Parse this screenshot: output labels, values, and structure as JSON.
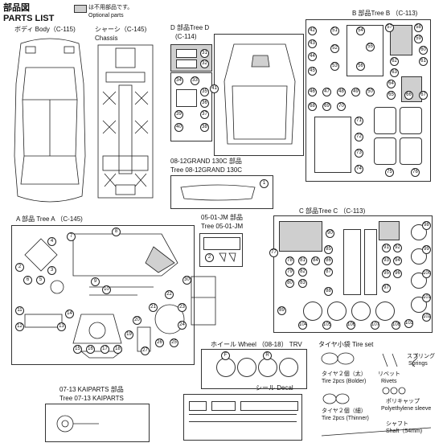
{
  "header": {
    "title_jp": "部品図",
    "title_en": "PARTS LIST",
    "legend_text": "は不用部品です。",
    "legend_sub": "Optional parts"
  },
  "body": {
    "label": "ボディ Body（C-115)"
  },
  "chassis": {
    "label_jp": "シャーシ（C-145)",
    "label_en": "Chassis"
  },
  "tree_d": {
    "label_jp": "D 部品Tree D",
    "label_code": "(C-114)"
  },
  "tree_b": {
    "label": "B 部品Tree B （C-113)"
  },
  "grand": {
    "label_jp": "08-12GRAND 130C 部品",
    "label_en": "Tree 08-12GRAND 130C"
  },
  "tree_a": {
    "label": "A 部品 Tree A （C-145)"
  },
  "jm": {
    "label_jp": "05-01-JM 部品",
    "label_en": "Tree 05-01-JM"
  },
  "tree_c": {
    "label": "C 部品Tree C （C-113)"
  },
  "wheel": {
    "label": "ホイール Wheel （08-18） TRV"
  },
  "tire_set": {
    "label": "タイヤ小袋 Tire set",
    "tire_fat_jp": "タイヤ２個（太）",
    "tire_fat_en": "Tire 2pcs (Bolder)",
    "tire_thin_jp": "タイヤ２個（細）",
    "tire_thin_en": "Tire 2pcs (Thinner)",
    "rivets_jp": "リベット",
    "rivets_en": "Rivets",
    "springs_jp": "スプリング",
    "springs_en": "Springs",
    "poly_jp": "ポリキャップ",
    "poly_en": "Polyethylene sleeve",
    "shaft_jp": "シャフト",
    "shaft_en": "Shaft（54mm)"
  },
  "kaiparts": {
    "label_jp": "07-13 KAIPARTS 部品",
    "label_en": "Tree 07-13 KAIPARTS"
  },
  "decal": {
    "label": "シール Decal"
  },
  "wheel_letters": [
    "F",
    "R"
  ],
  "numbers": {
    "d": [
      "31",
      "32",
      "34",
      "33",
      "35",
      "36",
      "37",
      "38",
      "39",
      "40"
    ],
    "d_big": "41",
    "b_top": [
      "42",
      "43",
      "44",
      "45",
      "46",
      "47",
      "48",
      "49",
      "50",
      "51",
      "52",
      "53",
      "54",
      "55",
      "56",
      "57",
      "58",
      "59",
      "60",
      "61",
      "62",
      "63",
      "64",
      "65",
      "66",
      "67",
      "68",
      "69",
      "70"
    ],
    "b_pedal": [
      "71",
      "72",
      "73",
      "74"
    ],
    "b_bottom": [
      "75",
      "76"
    ],
    "a": [
      "1",
      "2",
      "3",
      "4",
      "5",
      "6",
      "7",
      "8",
      "9",
      "10",
      "11",
      "12",
      "13",
      "14",
      "15",
      "16",
      "17",
      "18",
      "19",
      "20",
      "21",
      "22",
      "23",
      "24",
      "25",
      "26",
      "27",
      "28",
      "29",
      "30"
    ],
    "c_left": [
      "77",
      "78",
      "79",
      "80",
      "81",
      "82",
      "83",
      "84",
      "85",
      "86",
      "87",
      "88",
      "89",
      "90"
    ],
    "c_right": [
      "91",
      "92",
      "93",
      "94",
      "95",
      "96",
      "97",
      "98",
      "99",
      "100",
      "101",
      "102",
      "103"
    ],
    "c_bottom": [
      "104",
      "105",
      "106",
      "107",
      "108"
    ],
    "one": "1",
    "two": "2"
  }
}
